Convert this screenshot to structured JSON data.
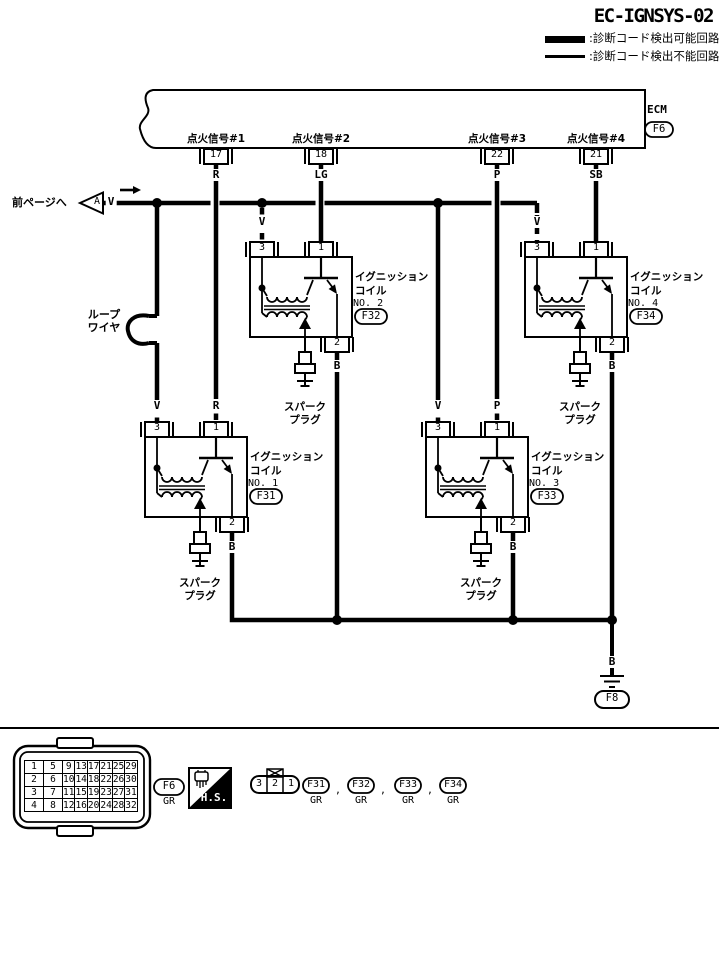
{
  "title": "EC-IGNSYS-02",
  "legend": {
    "detectable": ":診断コード検出可能回路",
    "undetectable": ":診断コード検出不能回路"
  },
  "ecm": {
    "label": "ECM",
    "connector": "F6",
    "pins": [
      {
        "no": "17",
        "signal": "点火信号#1",
        "wire": "R"
      },
      {
        "no": "18",
        "signal": "点火信号#2",
        "wire": "LG"
      },
      {
        "no": "22",
        "signal": "点火信号#3",
        "wire": "P"
      },
      {
        "no": "21",
        "signal": "点火信号#4",
        "wire": "SB"
      }
    ]
  },
  "prev_page": {
    "label": "前ページへ",
    "ref": "A",
    "wire": "V"
  },
  "loop_wire": {
    "line1": "ループ",
    "line2": "ワイヤ"
  },
  "coils": [
    {
      "title1": "イグニッション",
      "title2": "コイル",
      "no": "NO. 1",
      "connector": "F31",
      "pin_power": "3",
      "pin_signal": "1",
      "pin_ground": "2",
      "wire_power": "V",
      "wire_signal": "R",
      "wire_ground": "B"
    },
    {
      "title1": "イグニッション",
      "title2": "コイル",
      "no": "NO. 2",
      "connector": "F32",
      "pin_power": "3",
      "pin_signal": "1",
      "pin_ground": "2",
      "wire_power": "V",
      "wire_ground": "B"
    },
    {
      "title1": "イグニッション",
      "title2": "コイル",
      "no": "NO. 3",
      "connector": "F33",
      "pin_power": "3",
      "pin_signal": "1",
      "pin_ground": "2",
      "wire_power": "V",
      "wire_signal": "P",
      "wire_ground": "B"
    },
    {
      "title1": "イグニッション",
      "title2": "コイル",
      "no": "NO. 4",
      "connector": "F34",
      "pin_power": "3",
      "pin_signal": "1",
      "pin_ground": "2",
      "wire_power": "V",
      "wire_ground": "B"
    }
  ],
  "spark_plug": {
    "line1": "スパーク",
    "line2": "プラグ"
  },
  "ground": {
    "wire": "B",
    "connector": "F8"
  },
  "bottom": {
    "ecm_connector": {
      "id": "F6",
      "color": "GR",
      "rows": [
        [
          "1",
          "5",
          "9",
          "13",
          "17",
          "21",
          "25",
          "29"
        ],
        [
          "2",
          "6",
          "10",
          "14",
          "18",
          "22",
          "26",
          "30"
        ],
        [
          "3",
          "7",
          "11",
          "15",
          "19",
          "23",
          "27",
          "31"
        ],
        [
          "4",
          "8",
          "12",
          "16",
          "20",
          "24",
          "28",
          "32"
        ]
      ]
    },
    "hs_label": "H.S.",
    "small_connector_pins": [
      "3",
      "2",
      "1"
    ],
    "coil_connectors": [
      {
        "id": "F31",
        "color": "GR"
      },
      {
        "id": "F32",
        "color": "GR"
      },
      {
        "id": "F33",
        "color": "GR"
      },
      {
        "id": "F34",
        "color": "GR"
      }
    ],
    "separator": ","
  }
}
